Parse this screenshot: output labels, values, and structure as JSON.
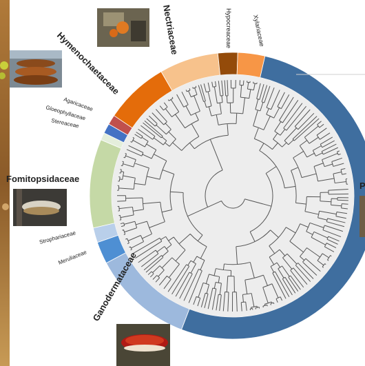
{
  "families": {
    "nectriaceae": "Nectriaceae",
    "hypocreaceae": "Hypocreaceae",
    "xylariaceae": "Xylariaceae",
    "hymenochaetaceae": "Hymenochaetaceae",
    "agaricaceae": "Agaricaceae",
    "gloeophyllaceae": "Gloeophyllaceae",
    "stereaceae": "Stereaceae",
    "fomitopsidaceae": "Fomitopsidaceae",
    "strophariaceae": "Strophariaceae",
    "meruliaceae": "Meruliaceae",
    "ganodermataceae": "Ganodermataceae",
    "cut_right": "P"
  },
  "colors": {
    "polyporaceae": "#3F6E9F",
    "ganodermataceae": "#9DB9DD",
    "meruliaceae": "#4E8FD3",
    "strophariaceae": "#B9CFEA",
    "fomitopsidaceae": "#C5D9A6",
    "stereaceae": "#E4EEDB",
    "gloeophyllaceae": "#4472C4",
    "agaricaceae": "#C0504D",
    "hymenochaetaceae": "#E46C0A",
    "nectriaceae": "#F7C28C",
    "hypocreaceae": "#944B0A",
    "xylariaceae": "#F79646",
    "tree_disc": "#EDEDED",
    "tree_line": "#555555"
  },
  "photos": [
    "nectriaceae-photo",
    "hymenochaetaceae-photo",
    "fomitopsidaceae-photo",
    "ganodermataceae-photo",
    "cut-right-photo"
  ]
}
